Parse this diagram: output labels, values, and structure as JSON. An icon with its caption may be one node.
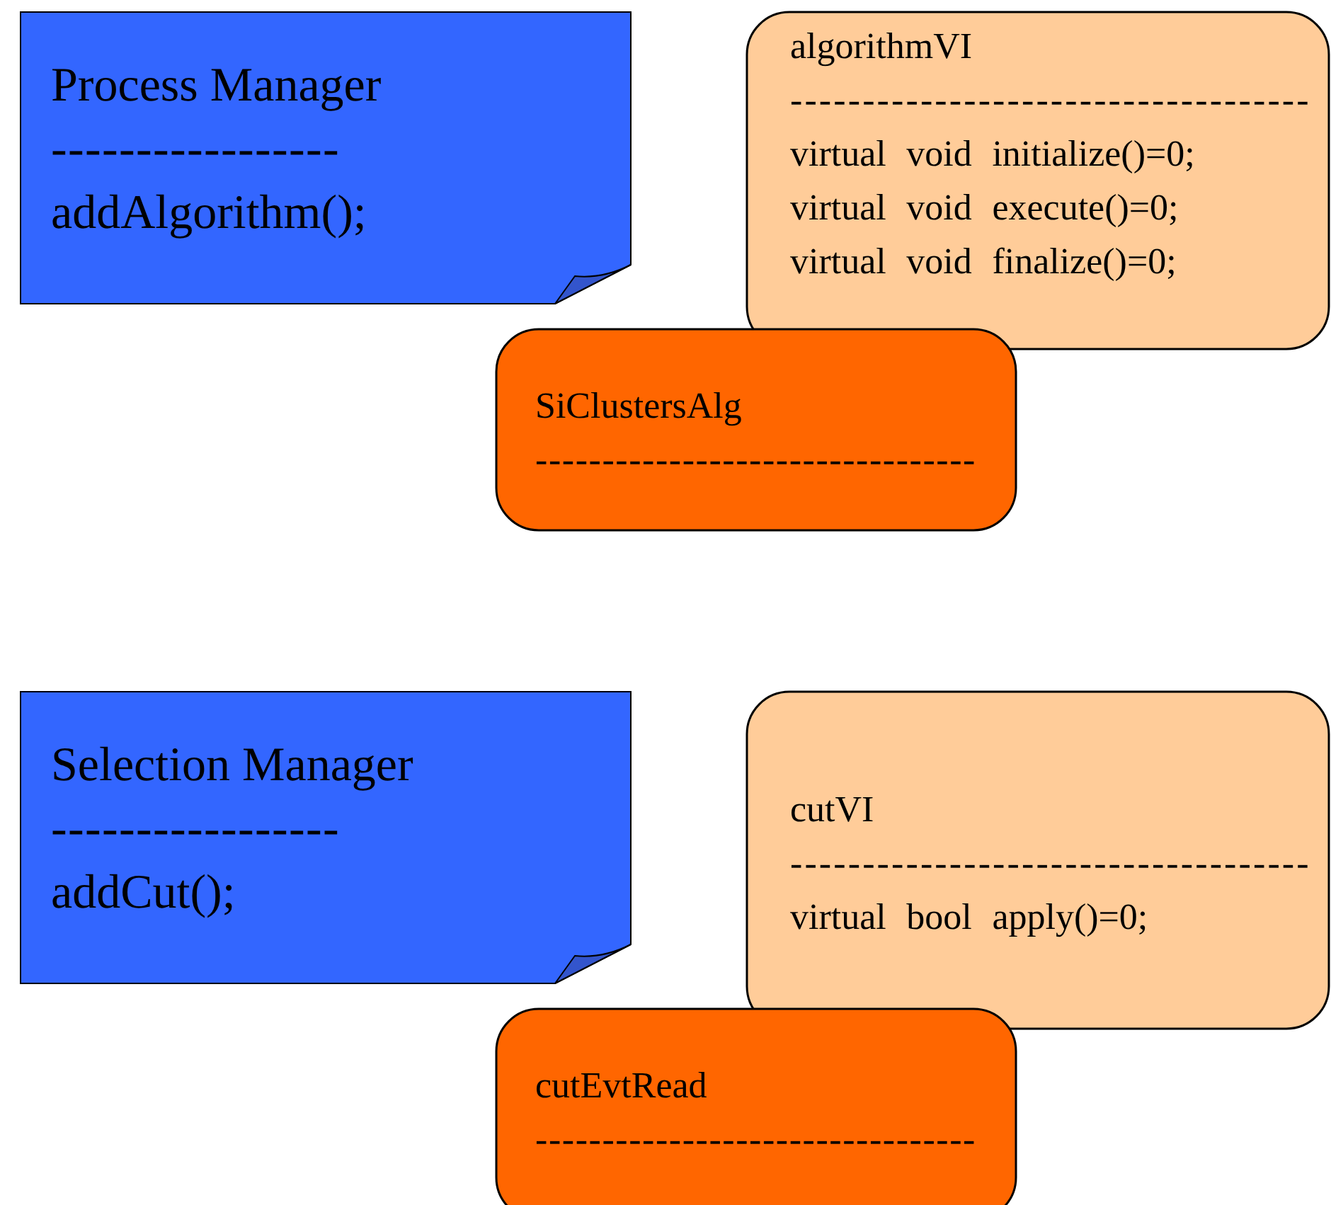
{
  "diagram": {
    "nodes": [
      {
        "text": [
          "Process Manager",
          "-----------------",
          "addAlgorithm();"
        ]
      },
      {
        "text": [
          "algorithmVI",
          "------------------------------------",
          "virtual void initialize()=0;",
          "virtual void execute()=0;",
          "virtual void finalize()=0;"
        ]
      },
      {
        "text": [
          "SiClustersAlg",
          "---------------------------------"
        ]
      },
      {
        "text": [
          "Selection Manager",
          "-----------------",
          "addCut();"
        ]
      },
      {
        "text": [
          "cutVI",
          "------------------------------------",
          "virtual bool apply()=0;"
        ]
      },
      {
        "text": [
          "cutEvtRead",
          "---------------------------------"
        ]
      }
    ]
  }
}
